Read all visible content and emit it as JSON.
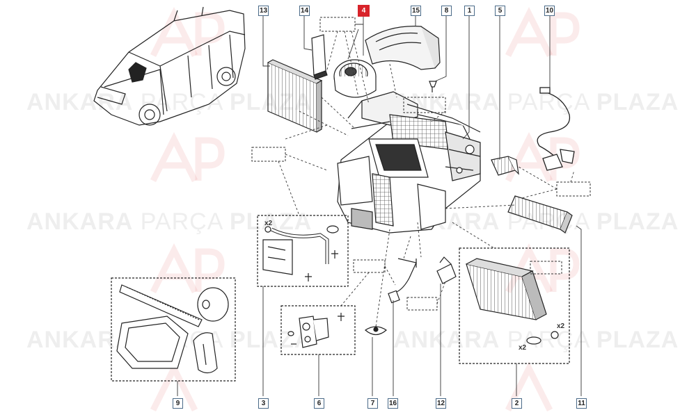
{
  "watermark": {
    "word1": "ANKARA",
    "word2": "PARÇA",
    "word3": "PLAZA"
  },
  "callouts": [
    "13",
    "14",
    "4",
    "15",
    "8",
    "1",
    "5",
    "10",
    "9",
    "3",
    "6",
    "7",
    "16",
    "12",
    "2",
    "11"
  ],
  "highlighted_callout": "4",
  "quantity_notes": [
    "x2",
    "x2",
    "x2"
  ],
  "colors": {
    "callout_border": "#4a6a88",
    "highlight": "#d8232a",
    "line": "#333333"
  }
}
